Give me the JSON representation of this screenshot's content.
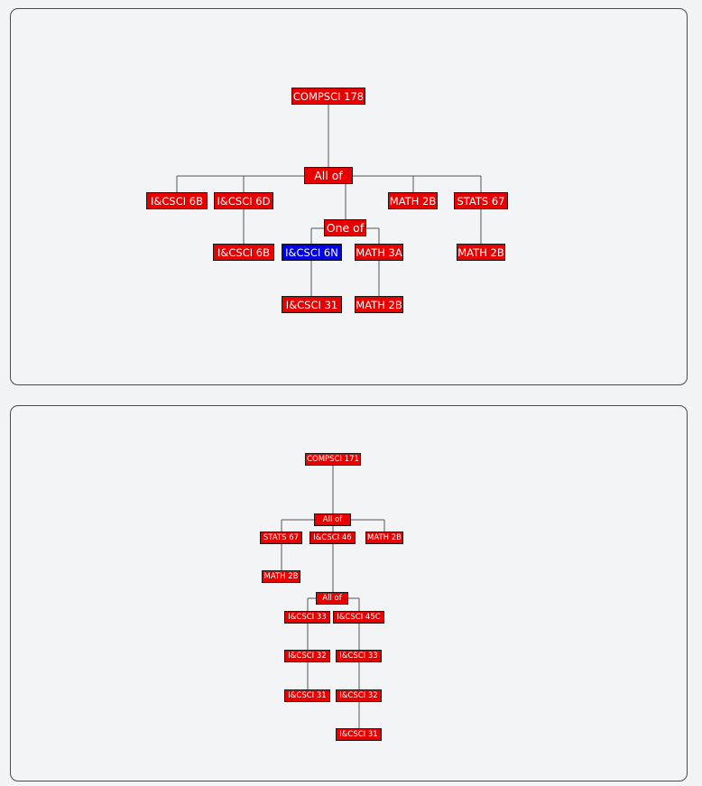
{
  "colors": {
    "course": "#e80000",
    "highlight": "#0000e0",
    "line": "#555555"
  },
  "tree1": {
    "root": "COMPSCI 178",
    "gate": "All of",
    "c1": "I&CSCI 6B",
    "c2": "I&CSCI 6D",
    "c2_child": "I&CSCI 6B",
    "one_of": "One of",
    "o1": "I&CSCI 6N",
    "o1_child": "I&CSCI 31",
    "o2": "MATH 3A",
    "o2_child": "MATH 2B",
    "c4": "MATH 2B",
    "c5": "STATS 67",
    "c5_child": "MATH 2B"
  },
  "tree2": {
    "root": "COMPSCI 171",
    "gate": "All of",
    "c1": "STATS 67",
    "c1_child": "MATH 2B",
    "c2": "I&CSCI 46",
    "c3": "MATH 2B",
    "gate2": "All of",
    "d1": "I&CSCI 33",
    "d1_child": "I&CSCI 32",
    "d1_grandchild": "I&CSCI 31",
    "d2": "I&CSCI 45C",
    "d2_child": "I&CSCI 33",
    "d2_grandchild": "I&CSCI 32",
    "d2_greatgrandchild": "I&CSCI 31"
  }
}
